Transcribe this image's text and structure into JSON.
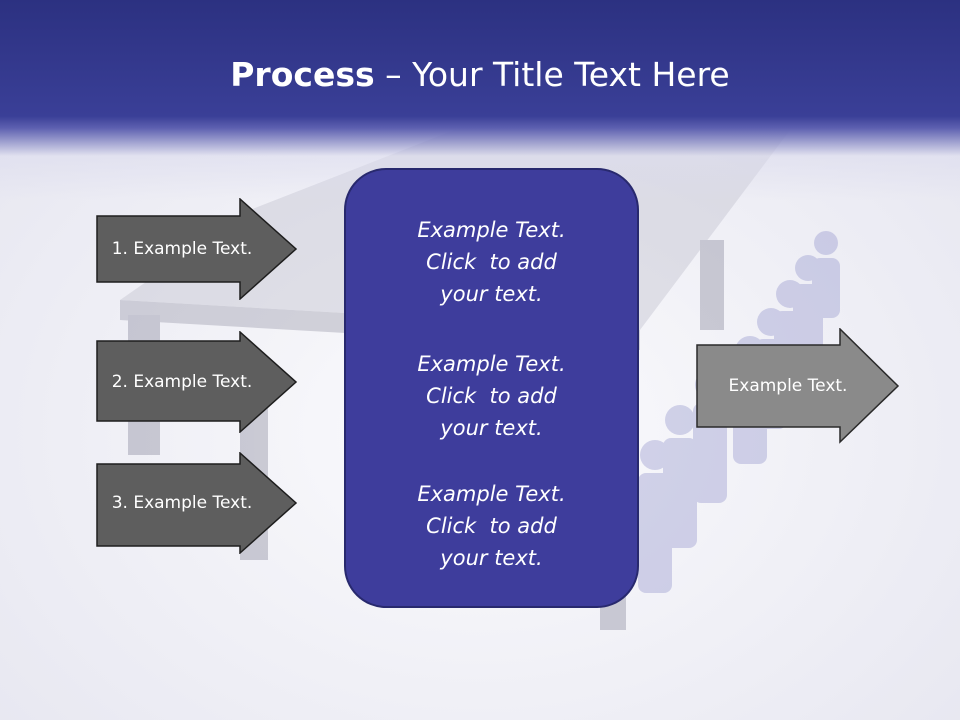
{
  "title": {
    "bold": "Process",
    "rest": " – Your Title Text Here"
  },
  "left_arrows": [
    {
      "label": "1. Example Text."
    },
    {
      "label": "2. Example Text."
    },
    {
      "label": "3. Example Text."
    }
  ],
  "center_box": {
    "paragraphs": [
      {
        "text": "Example Text.\nClick  to add\nyour text."
      },
      {
        "text": "Example Text.\nClick  to add\nyour text."
      },
      {
        "text": "Example Text.\nClick  to add\nyour text."
      }
    ]
  },
  "right_arrow": {
    "label": "Example Text."
  },
  "colors": {
    "title_bar": "#2c3181",
    "center_box": "#3e3d9c",
    "left_arrow_fill": "#5e5e5e",
    "right_arrow_fill": "#8a8a8a"
  }
}
